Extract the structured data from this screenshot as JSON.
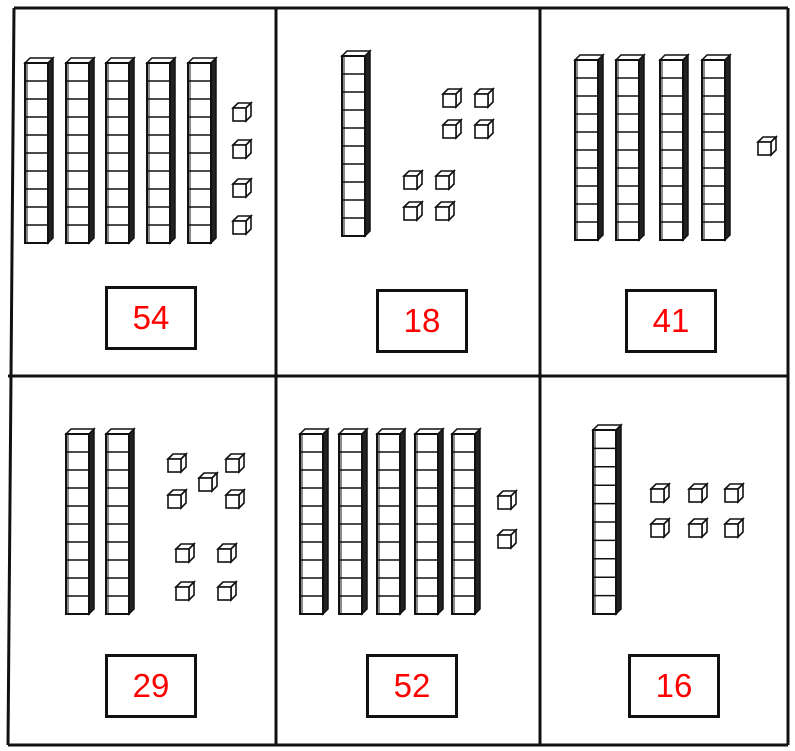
{
  "worksheet": {
    "cells": [
      {
        "rods": 5,
        "units": 4,
        "answer": "54"
      },
      {
        "rods": 1,
        "units": 8,
        "answer": "18"
      },
      {
        "rods": 4,
        "units": 1,
        "answer": "41"
      },
      {
        "rods": 2,
        "units": 9,
        "answer": "29"
      },
      {
        "rods": 5,
        "units": 2,
        "answer": "52"
      },
      {
        "rods": 1,
        "units": 6,
        "answer": "16"
      }
    ]
  },
  "colors": {
    "answer_text": "#ff0000",
    "lines": "#111111"
  },
  "icons": {
    "rod": "ten-rod-icon",
    "unit": "unit-cube-icon"
  }
}
